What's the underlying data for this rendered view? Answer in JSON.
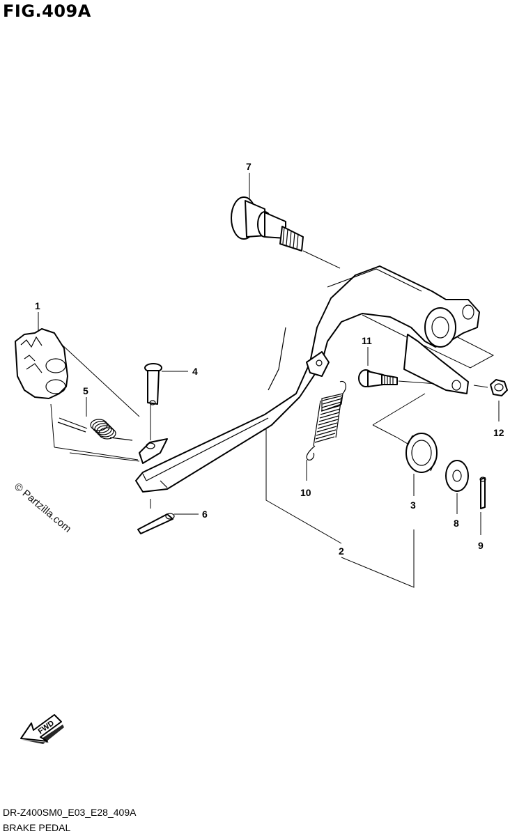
{
  "figure": {
    "title": "FIG.409A",
    "model_code": "DR-Z400SM0_E03_E28_409A",
    "section_name": "BRAKE PEDAL"
  },
  "watermark": "© Partzilla.com",
  "direction_arrow": "FWD",
  "callouts": [
    "1",
    "2",
    "3",
    "4",
    "5",
    "6",
    "7",
    "8",
    "9",
    "10",
    "11",
    "12"
  ]
}
